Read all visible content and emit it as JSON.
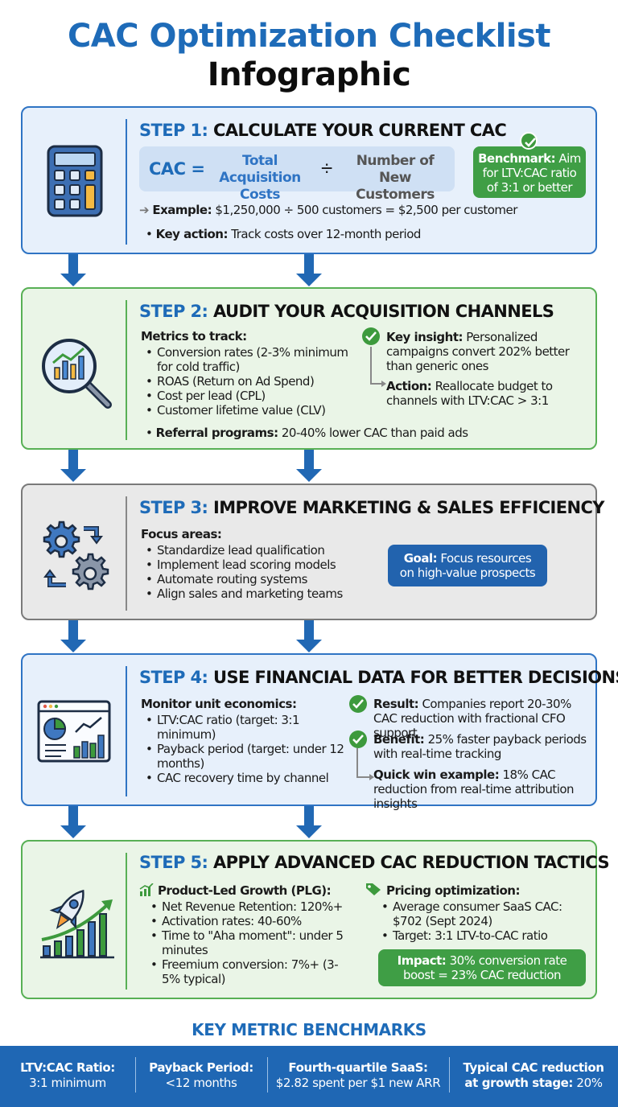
{
  "title": {
    "line1": "CAC Optimization Checklist",
    "line2": "Infographic"
  },
  "step1": {
    "num": "STEP 1:",
    "heading": "CALCULATE YOUR CURRENT CAC",
    "formula": {
      "lhs": "CAC =",
      "numerator": "Total Acquisition Costs",
      "op": "÷",
      "denominator": "Number of New Customers"
    },
    "benchmark": {
      "label": "Benchmark:",
      "text": "Aim for LTV:CAC ratio of 3:1 or better"
    },
    "example": {
      "label": "Example:",
      "text": "$1,250,000 ÷ 500 customers = $2,500 per customer"
    },
    "key_action": {
      "label": "Key action:",
      "text": "Track costs over 12-month period"
    }
  },
  "step2": {
    "num": "STEP 2:",
    "heading": "AUDIT YOUR ACQUISITION CHANNELS",
    "metrics_label": "Metrics to track:",
    "metrics": [
      "Conversion rates (2-3% minimum for cold traffic)",
      "ROAS (Return on Ad Spend)",
      "Cost per lead (CPL)",
      "Customer lifetime value (CLV)"
    ],
    "insight": {
      "label": "Key insight:",
      "text": "Personalized campaigns convert 202% better than generic ones"
    },
    "action": {
      "label": "Action:",
      "text": "Reallocate budget to channels with LTV:CAC > 3:1"
    },
    "referral": {
      "label": "Referral programs:",
      "text": "20-40% lower CAC than paid ads"
    }
  },
  "step3": {
    "num": "STEP 3:",
    "heading": "IMPROVE MARKETING & SALES EFFICIENCY",
    "focus_label": "Focus areas:",
    "focus": [
      "Standardize lead qualification",
      "Implement lead scoring models",
      "Automate routing systems",
      "Align sales and marketing teams"
    ],
    "goal": {
      "label": "Goal:",
      "text": "Focus resources on high-value prospects"
    }
  },
  "step4": {
    "num": "STEP 4:",
    "heading": "USE FINANCIAL DATA FOR BETTER DECISIONS",
    "monitor_label": "Monitor unit economics:",
    "monitor": [
      "LTV:CAC ratio (target: 3:1 minimum)",
      "Payback period (target: under 12 months)",
      "CAC recovery time by channel"
    ],
    "result": {
      "label": "Result:",
      "text": "Companies report 20-30% CAC reduction with fractional CFO support"
    },
    "benefit": {
      "label": "Benefit:",
      "text": "25% faster payback periods with real-time tracking"
    },
    "quickwin": {
      "label": "Quick win example:",
      "text": "18% CAC reduction from real-time attribution insights"
    }
  },
  "step5": {
    "num": "STEP 5:",
    "heading": "APPLY ADVANCED CAC REDUCTION TACTICS",
    "plg_label": "Product-Led Growth (PLG):",
    "plg": [
      "Net Revenue Retention: 120%+",
      "Activation rates: 40-60%",
      "Time to \"Aha moment\": under 5 minutes",
      "Freemium conversion: 7%+ (3-5% typical)"
    ],
    "pricing_label": "Pricing optimization:",
    "pricing": [
      "Average consumer SaaS CAC: $702 (Sept 2024)",
      "Target: 3:1 LTV-to-CAC ratio"
    ],
    "impact": {
      "label": "Impact:",
      "text": "30% conversion rate boost = 23% CAC reduction"
    }
  },
  "benchmarks": {
    "title": "KEY METRIC BENCHMARKS",
    "items": [
      {
        "label": "LTV:CAC Ratio:",
        "value": "3:1 minimum"
      },
      {
        "label": "Payback Period:",
        "value": "<12 months"
      },
      {
        "label": "Fourth-quartile SaaS:",
        "value": "$2.82 spent per $1 new ARR"
      },
      {
        "label": "Typical CAC reduction",
        "label2": "at growth stage:",
        "value": "20%"
      }
    ]
  },
  "colors": {
    "blue": "#1e6bb8",
    "green": "#3d9a3d",
    "dark_bar": "#1f67b4"
  }
}
